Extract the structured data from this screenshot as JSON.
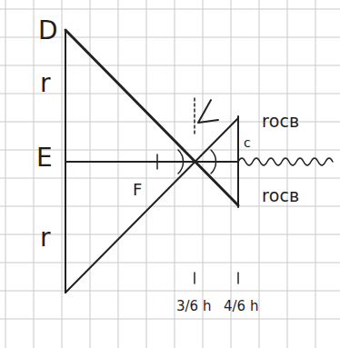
{
  "diagram": {
    "labels": [
      "D",
      "r",
      "E",
      "r",
      "F",
      "rосв",
      "rосв",
      "c",
      "3/6 h",
      "4/6 h"
    ]
  }
}
